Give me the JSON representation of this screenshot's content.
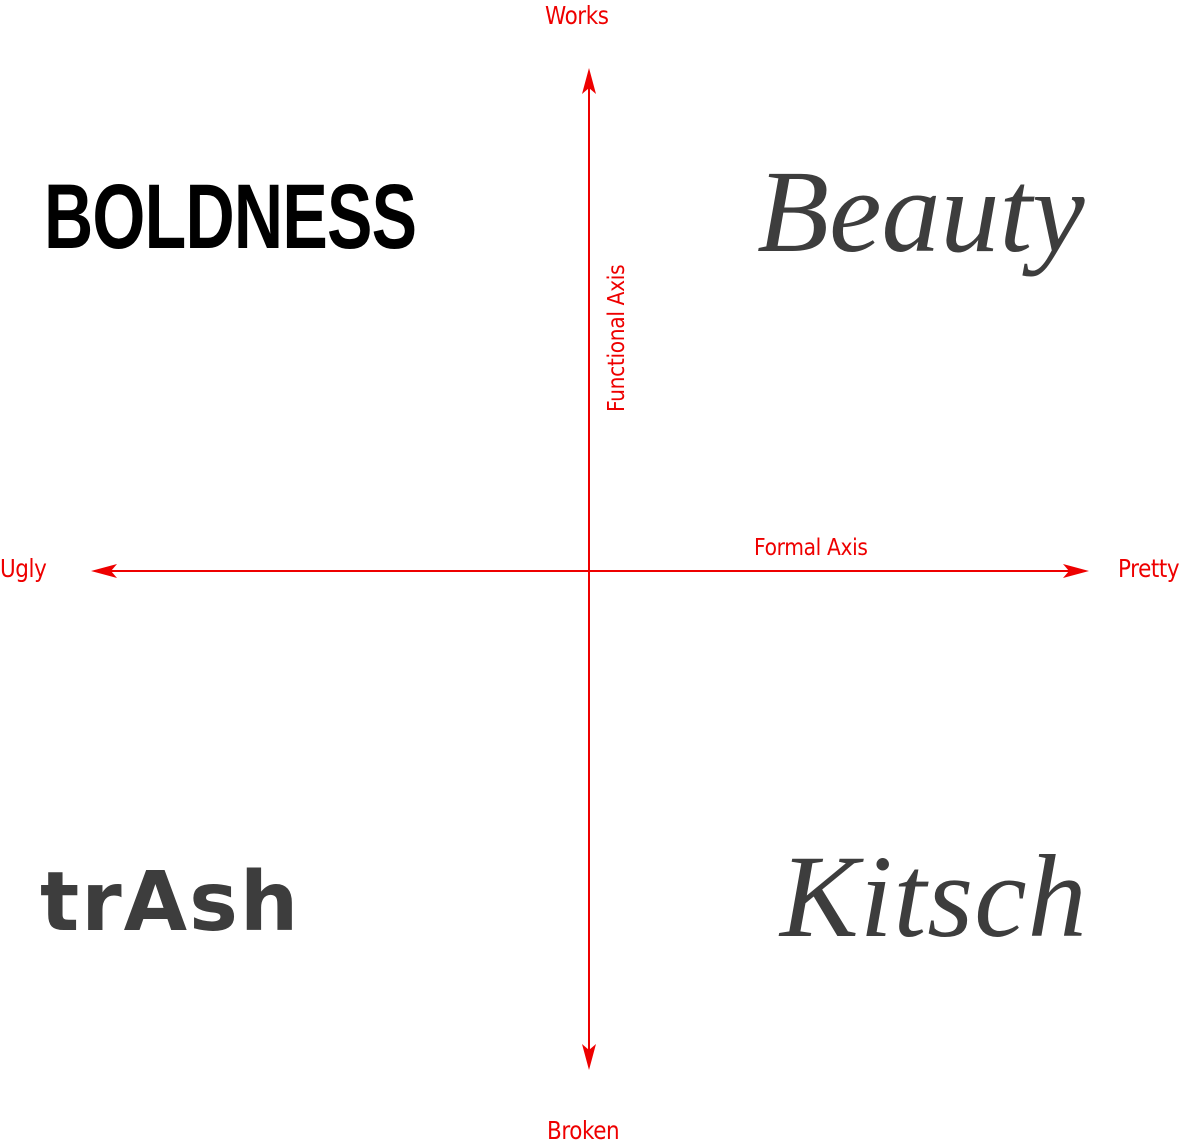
{
  "diagram": {
    "type": "quadrant",
    "axes": {
      "vertical": {
        "title": "Functional Axis",
        "top_label": "Works",
        "bottom_label": "Broken"
      },
      "horizontal": {
        "title": "Formal Axis",
        "left_label": "Ugly",
        "right_label": "Pretty"
      },
      "color": "#ee0000"
    },
    "quadrants": {
      "top_left": {
        "label": "BOLDNESS",
        "color": "#000000"
      },
      "top_right": {
        "label": "Beauty",
        "color": "#3d3d3d"
      },
      "bottom_left": {
        "label": "trAsh",
        "color": "#3d3d3d"
      },
      "bottom_right": {
        "label": "Kitsch",
        "color": "#3d3d3d"
      }
    }
  }
}
